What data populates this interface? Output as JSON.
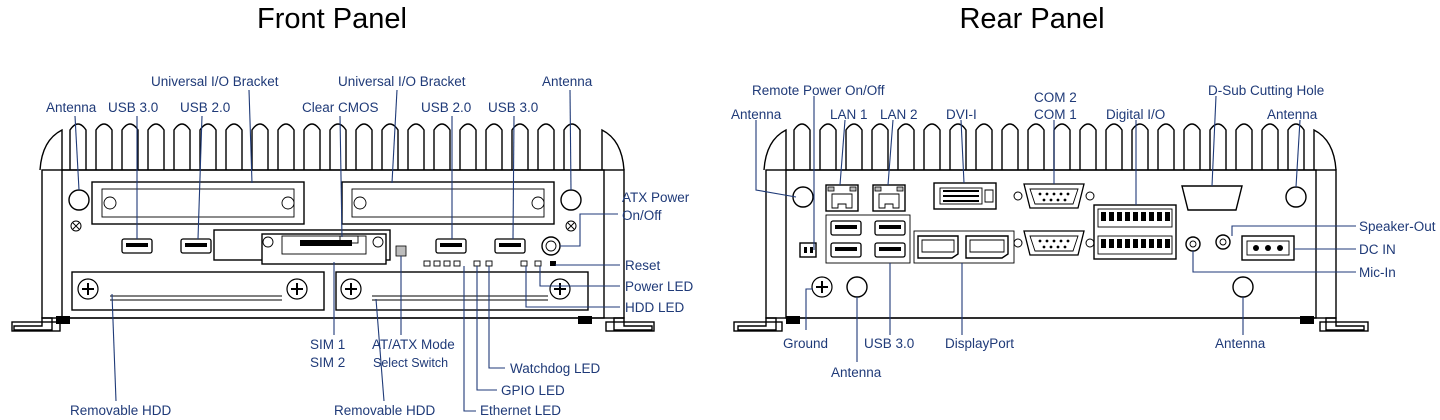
{
  "titles": {
    "front": "Front Panel",
    "rear": "Rear Panel"
  },
  "front_labels": {
    "antenna_left": "Antenna",
    "usb30_left": "USB 3.0",
    "usb20_left": "USB 2.0",
    "uio_bracket_left": "Universal I/O Bracket",
    "clear_cmos": "Clear CMOS",
    "uio_bracket_right": "Universal I/O Bracket",
    "usb20_right": "USB 2.0",
    "usb30_right": "USB 3.0",
    "antenna_right": "Antenna",
    "atx_power_1": "ATX Power",
    "atx_power_2": "On/Off",
    "reset": "Reset",
    "power_led": "Power LED",
    "hdd_led": "HDD LED",
    "sim1": "SIM 1",
    "sim2": "SIM 2",
    "at_atx_1": "AT/ATX Mode",
    "at_atx_2": "Select Switch",
    "watchdog_led": "Watchdog LED",
    "gpio_led": "GPIO LED",
    "ethernet_led": "Ethernet LED",
    "removable_hdd_left": "Removable HDD",
    "removable_hdd_right": "Removable HDD"
  },
  "rear_labels": {
    "remote_power": "Remote Power On/Off",
    "antenna_left": "Antenna",
    "lan1": "LAN 1",
    "lan2": "LAN 2",
    "dvi": "DVI-I",
    "com2": "COM 2",
    "com1": "COM 1",
    "digital_io": "Digital I/O",
    "dsub_hole": "D-Sub Cutting Hole",
    "antenna_right": "Antenna",
    "speaker_out": "Speaker-Out",
    "dc_in": "DC IN",
    "mic_in": "Mic-In",
    "ground": "Ground",
    "usb30": "USB 3.0",
    "displayport": "DisplayPort",
    "antenna_bottom_right": "Antenna",
    "antenna_bottom_left": "Antenna"
  }
}
